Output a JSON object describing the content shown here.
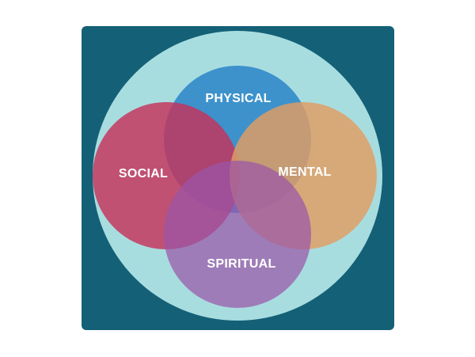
{
  "colors": {
    "background": "#ffffff",
    "panel": "#146077",
    "outer_circle": "#a8dde0",
    "physical": "#2e88c8",
    "social": "#c6325a",
    "mental": "#e29e62",
    "spiritual": "#9a56a8"
  },
  "diagram": {
    "circles": [
      {
        "key": "physical",
        "label": "PHYSICAL"
      },
      {
        "key": "social",
        "label": "SOCIAL"
      },
      {
        "key": "mental",
        "label": "MENTAL"
      },
      {
        "key": "spiritual",
        "label": "SPIRITUAL"
      }
    ]
  }
}
